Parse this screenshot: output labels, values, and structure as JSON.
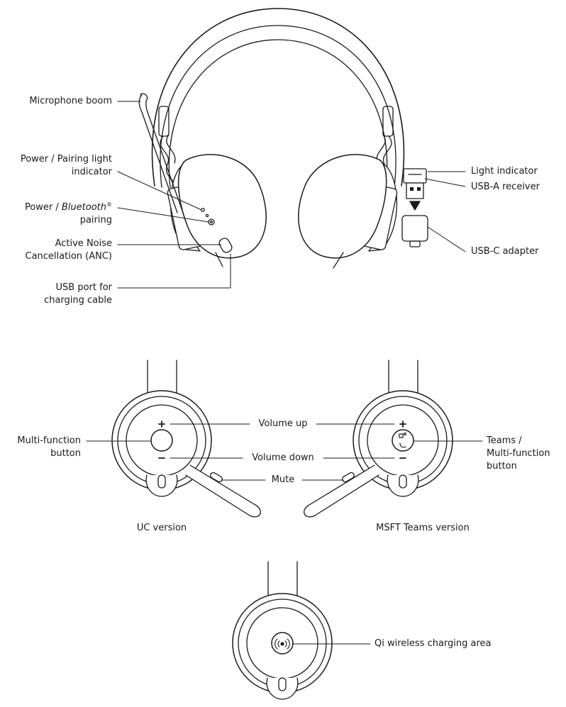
{
  "labels": {
    "microphone_boom": "Microphone boom",
    "power_pairing_light_1": "Power / Pairing light",
    "power_pairing_light_2": "indicator",
    "power_bt_prefix": "Power / ",
    "power_bt_italic": "Bluetooth",
    "power_bt_reg": "®",
    "power_bt_2": "pairing",
    "anc_1": "Active Noise",
    "anc_2": "Cancellation (ANC)",
    "usb_port_1": "USB port for",
    "usb_port_2": "charging cable",
    "light_indicator": "Light indicator",
    "usb_a_receiver": "USB-A receiver",
    "usb_c_adapter": "USB-C adapter",
    "multi_function_1": "Multi-function",
    "multi_function_2": "button",
    "volume_up": "Volume up",
    "volume_down": "Volume down",
    "mute": "Mute",
    "teams_1": "Teams /",
    "teams_2": "Multi-function",
    "teams_3": "button",
    "uc_version": "UC version",
    "msft_version": "MSFT Teams version",
    "qi_area": "Qi wireless charging area"
  },
  "colors": {
    "stroke": "#1a1a1a",
    "background": "#ffffff"
  },
  "icons": [
    "headset-illustration",
    "usb-a-receiver-icon",
    "usb-c-adapter-icon",
    "arrow-down-icon",
    "qi-wireless-icon",
    "teams-icon",
    "plus-icon",
    "minus-icon"
  ]
}
